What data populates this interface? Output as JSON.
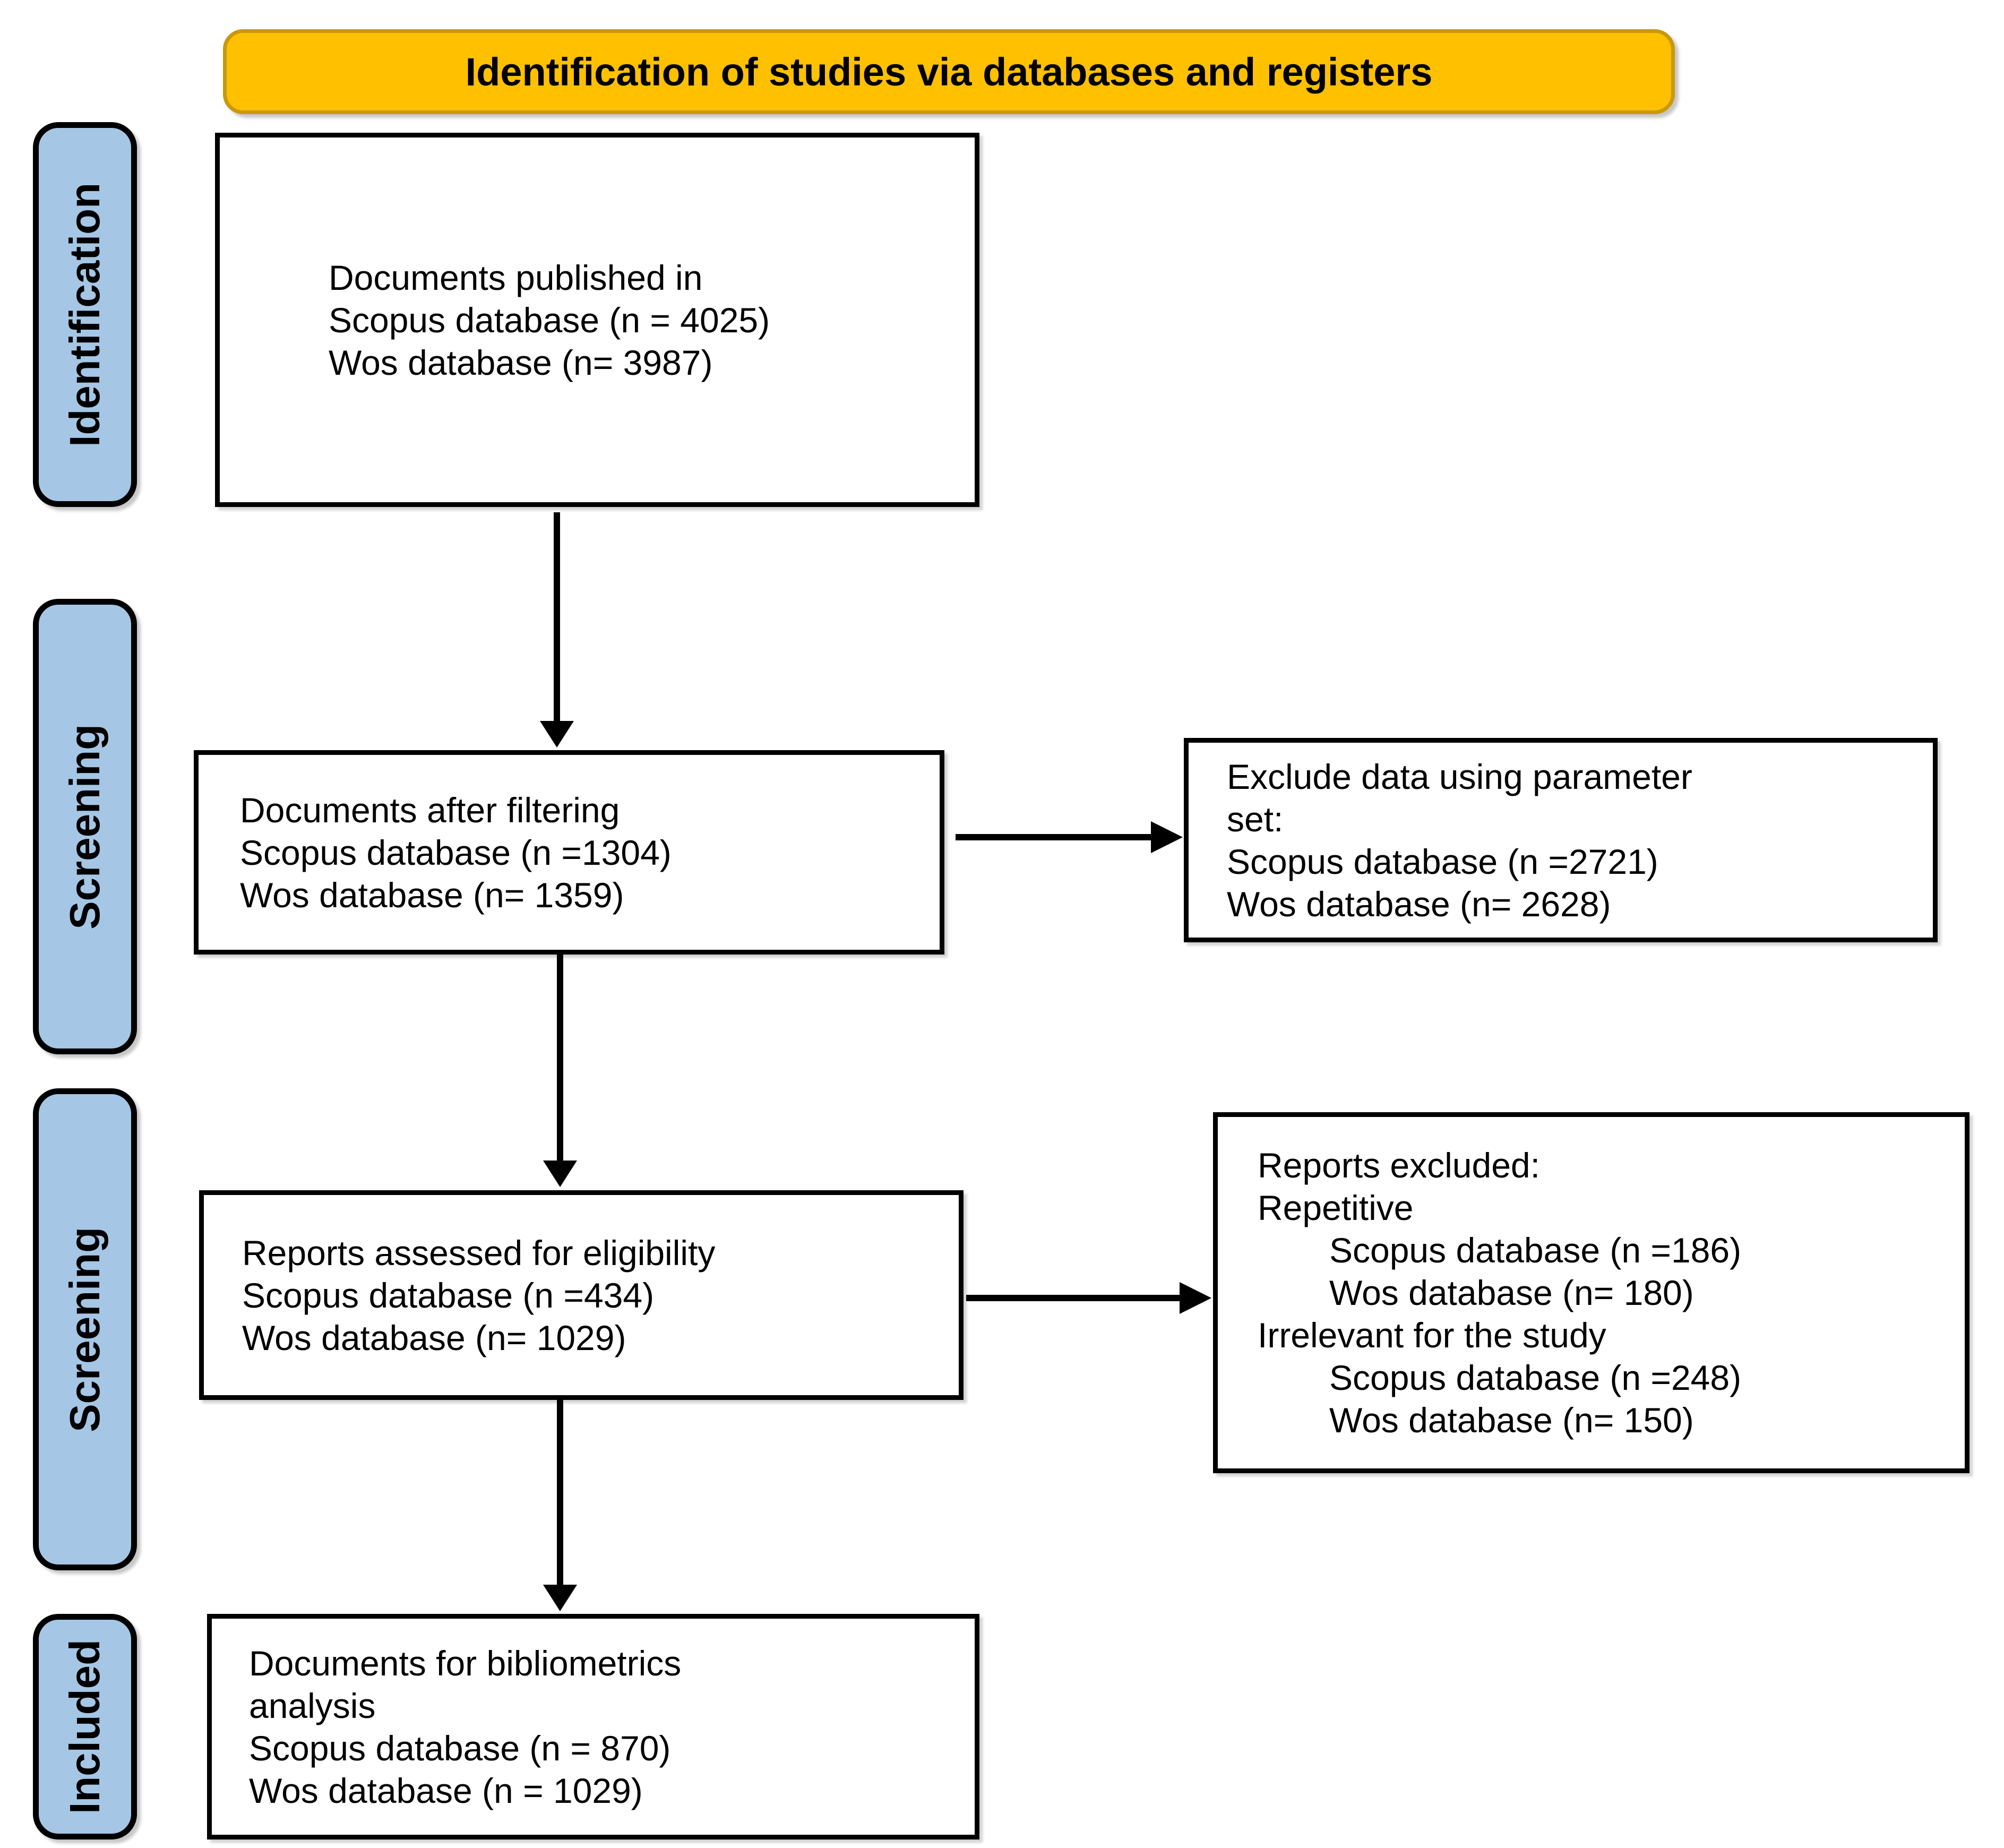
{
  "banner": {
    "label": "Identification of studies via databases and registers"
  },
  "stages": {
    "identification": {
      "label": "Identification"
    },
    "screening1": {
      "label": "Screening"
    },
    "screening2": {
      "label": "Screening"
    },
    "included": {
      "label": "Included"
    }
  },
  "boxes": {
    "documents_published": {
      "lines": [
        "Documents published in",
        "Scopus database (n = 4025)",
        "Wos database (n= 3987)"
      ]
    },
    "documents_filtered": {
      "lines": [
        "Documents after filtering",
        "Scopus database (n =1304)",
        "Wos database (n= 1359)"
      ]
    },
    "exclude_parameter": {
      "lines": [
        "Exclude data using parameter",
        "set:",
        "Scopus database (n =2721)",
        "Wos database (n= 2628)"
      ]
    },
    "reports_assessed": {
      "lines": [
        "Reports assessed for eligibility",
        "Scopus database (n =434)",
        "Wos database (n= 1029)"
      ]
    },
    "reports_excluded": {
      "lines": [
        "Reports excluded:",
        "Repetitive",
        "Scopus database (n =186)",
        "Wos database (n= 180)",
        "Irrelevant for the study",
        "Scopus database (n =248)",
        "Wos database (n= 150)"
      ],
      "indented_line_indexes": [
        2,
        3,
        5,
        6
      ]
    },
    "documents_bibliometrics": {
      "lines": [
        "Documents for bibliometrics",
        "analysis",
        "Scopus database (n = 870)",
        "Wos database (n = 1029)"
      ]
    }
  },
  "colors": {
    "banner_bg": "#FFC000",
    "banner_border": "#C9980E",
    "stage_bg": "#A5C6E4",
    "stage_border": "#000000",
    "box_bg": "#FFFFFF",
    "box_border": "#000000",
    "arrow": "#000000",
    "text": "#000000"
  }
}
